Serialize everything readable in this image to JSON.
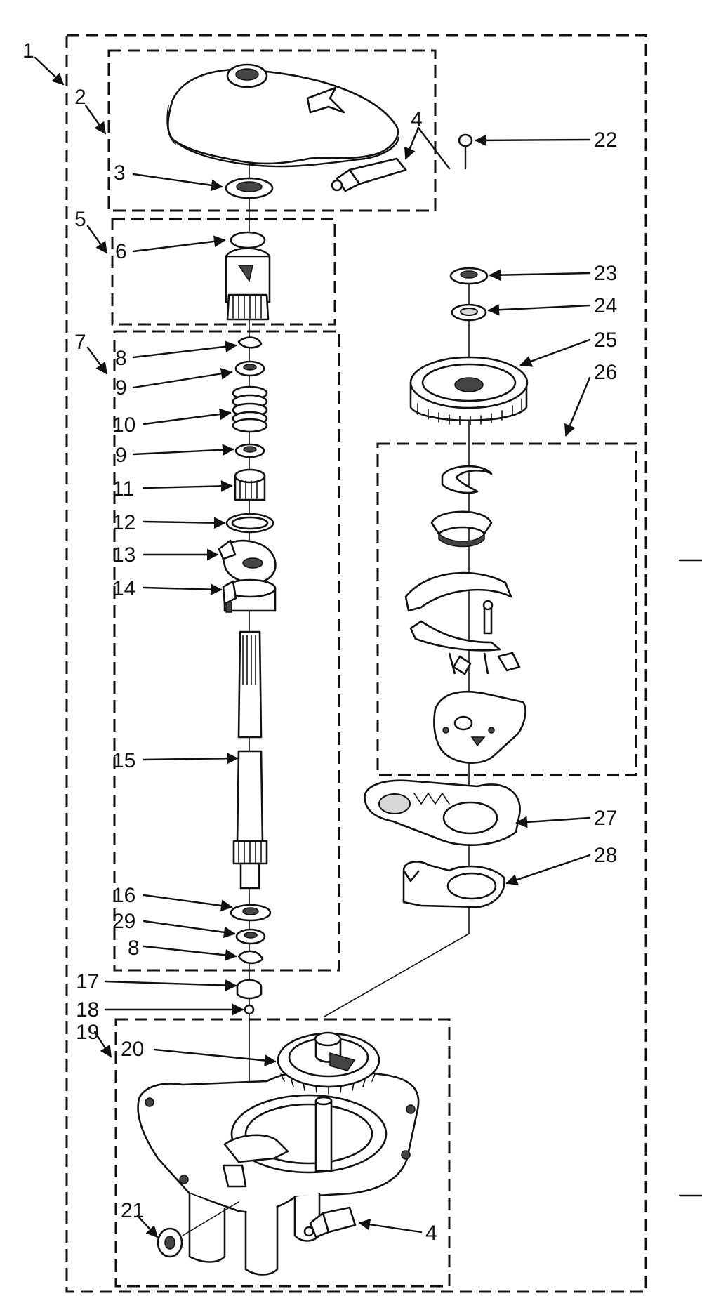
{
  "callouts": [
    {
      "id": "c1",
      "text": "1"
    },
    {
      "id": "c2",
      "text": "2"
    },
    {
      "id": "c3",
      "text": "3"
    },
    {
      "id": "c4a",
      "text": "4"
    },
    {
      "id": "c4b",
      "text": "4"
    },
    {
      "id": "c5",
      "text": "5"
    },
    {
      "id": "c6",
      "text": "6"
    },
    {
      "id": "c7",
      "text": "7"
    },
    {
      "id": "c8a",
      "text": "8"
    },
    {
      "id": "c8b",
      "text": "8"
    },
    {
      "id": "c9a",
      "text": "9"
    },
    {
      "id": "c9b",
      "text": "9"
    },
    {
      "id": "c10",
      "text": "10"
    },
    {
      "id": "c11",
      "text": "11"
    },
    {
      "id": "c12",
      "text": "12"
    },
    {
      "id": "c13",
      "text": "13"
    },
    {
      "id": "c14",
      "text": "14"
    },
    {
      "id": "c15",
      "text": "15"
    },
    {
      "id": "c16",
      "text": "16"
    },
    {
      "id": "c17",
      "text": "17"
    },
    {
      "id": "c18",
      "text": "18"
    },
    {
      "id": "c19",
      "text": "19"
    },
    {
      "id": "c20",
      "text": "20"
    },
    {
      "id": "c21",
      "text": "21"
    },
    {
      "id": "c22",
      "text": "22"
    },
    {
      "id": "c23",
      "text": "23"
    },
    {
      "id": "c24",
      "text": "24"
    },
    {
      "id": "c25",
      "text": "25"
    },
    {
      "id": "c26",
      "text": "26"
    },
    {
      "id": "c27",
      "text": "27"
    },
    {
      "id": "c28",
      "text": "28"
    },
    {
      "id": "c29",
      "text": "29"
    }
  ]
}
